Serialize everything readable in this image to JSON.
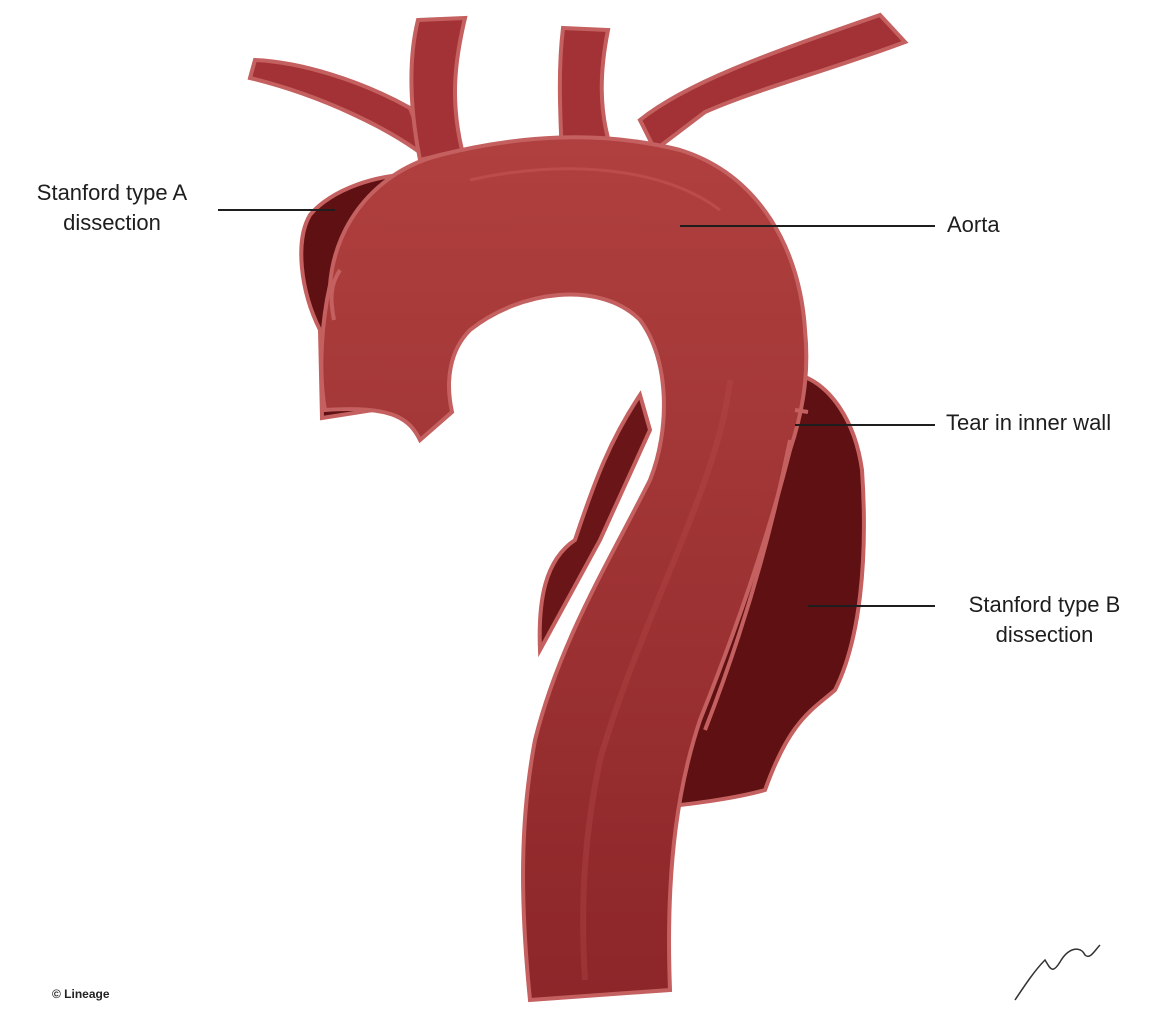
{
  "labels": {
    "type_a": "Stanford type A\ndissection",
    "aorta": "Aorta",
    "tear": "Tear in inner wall",
    "type_b": "Stanford type B\ndissection"
  },
  "credit": "© Lineage",
  "colors": {
    "lumen": "#9c2b2e",
    "lumen_dark": "#7a1c1f",
    "false_lumen": "#5e1013",
    "wall": "#c4605f",
    "leader": "#1e1e1e"
  }
}
